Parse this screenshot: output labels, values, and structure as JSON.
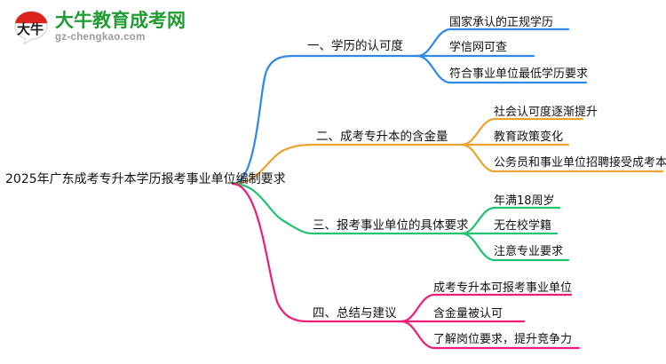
{
  "logo": {
    "mark_text": "大牛",
    "title": "大牛教育成考网",
    "domain": "gz-chengkao.com",
    "brand_green": "#1f9d33",
    "brand_red": "#d9251c"
  },
  "mindmap": {
    "root": "2025年广东成考专升本学历报考事业单位编制要求",
    "branches": [
      {
        "label": "一、学历的认可度",
        "color": "#2f88e8",
        "children": [
          "国家承认的正规学历",
          "学信网可查",
          "符合事业单位最低学历要求"
        ]
      },
      {
        "label": "二、成考专升本的含金量",
        "color": "#eaa32e",
        "children": [
          "社会认可度逐渐提升",
          "教育政策变化",
          "公务员和事业单位招聘接受成考本科学历"
        ]
      },
      {
        "label": "三、报考事业单位的具体要求",
        "color": "#1ec46e",
        "children": [
          "年满18周岁",
          "无在校学籍",
          "注意专业要求"
        ]
      },
      {
        "label": "四、总结与建议",
        "color": "#ed1e79",
        "children": [
          "成考专升本可报考事业单位",
          "含金量被认可",
          "了解岗位要求，提升竞争力"
        ]
      }
    ]
  }
}
